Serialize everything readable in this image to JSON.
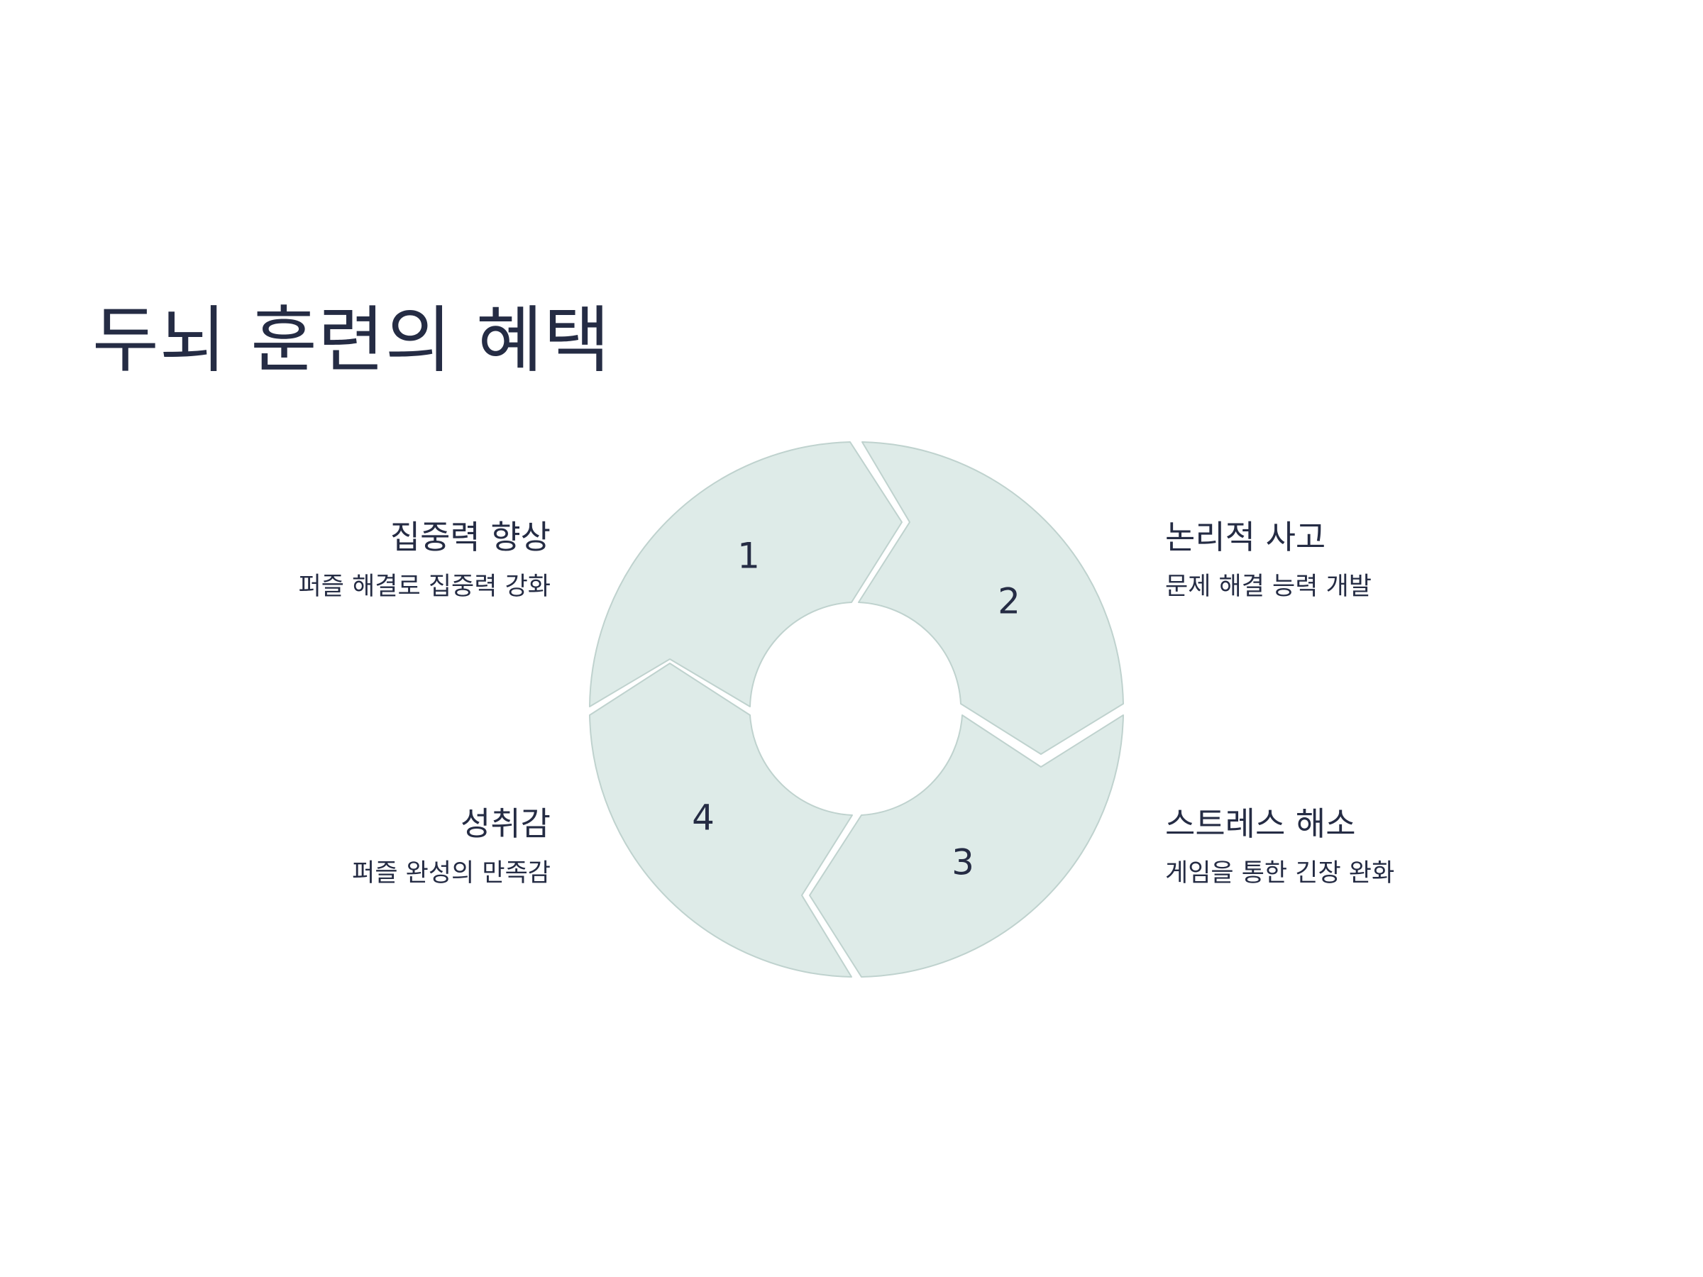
{
  "title": "두뇌 훈련의 혜택",
  "steps": [
    {
      "number": "1",
      "title": "집중력 향상",
      "description": "퍼즐 해결로 집중력 강화"
    },
    {
      "number": "2",
      "title": "논리적 사고",
      "description": "문제 해결 능력 개발"
    },
    {
      "number": "3",
      "title": "스트레스 해소",
      "description": "게임을 통한 긴장 완화"
    },
    {
      "number": "4",
      "title": "성취감",
      "description": "퍼즐 완성의 만족감"
    }
  ],
  "colors": {
    "segment_fill": "#deebe8",
    "segment_stroke": "#bfd2ce",
    "text": "#252c44",
    "background": "#ffffff"
  }
}
